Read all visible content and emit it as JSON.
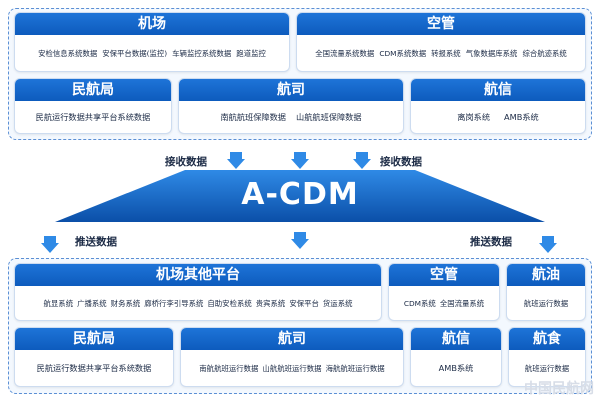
{
  "top": {
    "airport": {
      "title": "机场",
      "items": [
        "安检信息系统数据",
        "安保平台数据(监控)",
        "车辆监控系统数据",
        "跑道监控"
      ]
    },
    "atc": {
      "title": "空管",
      "items": [
        "全国流量系统数据",
        "CDM系统数据",
        "转报系统",
        "气象数据库系统",
        "综合航迹系统"
      ]
    },
    "caac": {
      "title": "民航局",
      "items": [
        "民航运行数据共享平台系统数据"
      ]
    },
    "airline": {
      "title": "航司",
      "items": [
        "南航航班保障数据",
        "山航航班保障数据"
      ]
    },
    "aviation_info": {
      "title": "航信",
      "items": [
        "离岗系统",
        "AMB系统"
      ]
    }
  },
  "flow": {
    "receive_label": "接收数据",
    "push_label": "推送数据",
    "center_title": "A-CDM"
  },
  "bottom": {
    "airport_other": {
      "title": "机场其他平台",
      "items": [
        "航显系统",
        "广播系统",
        "财务系统",
        "廊桥行李引导系统",
        "自助安检系统",
        "贵宾系统",
        "安保平台",
        "货运系统"
      ]
    },
    "atc": {
      "title": "空管",
      "items": [
        "CDM系统",
        "全国流量系统"
      ]
    },
    "fuel": {
      "title": "航油",
      "items": [
        "航班运行数据"
      ]
    },
    "caac": {
      "title": "民航局",
      "items": [
        "民航运行数据共享平台系统数据"
      ]
    },
    "airline": {
      "title": "航司",
      "items": [
        "南航航班运行数据",
        "山航航班运行数据",
        "海航航班运行数据"
      ]
    },
    "aviation_info": {
      "title": "航信",
      "items": [
        "AMB系统"
      ]
    },
    "catering": {
      "title": "航食",
      "items": [
        "航班运行数据"
      ]
    }
  },
  "watermark": "中国民航网",
  "colors": {
    "primary": "#0d5bbd",
    "accent": "#2f8ae6",
    "zone_border": "#5b8fd4"
  }
}
